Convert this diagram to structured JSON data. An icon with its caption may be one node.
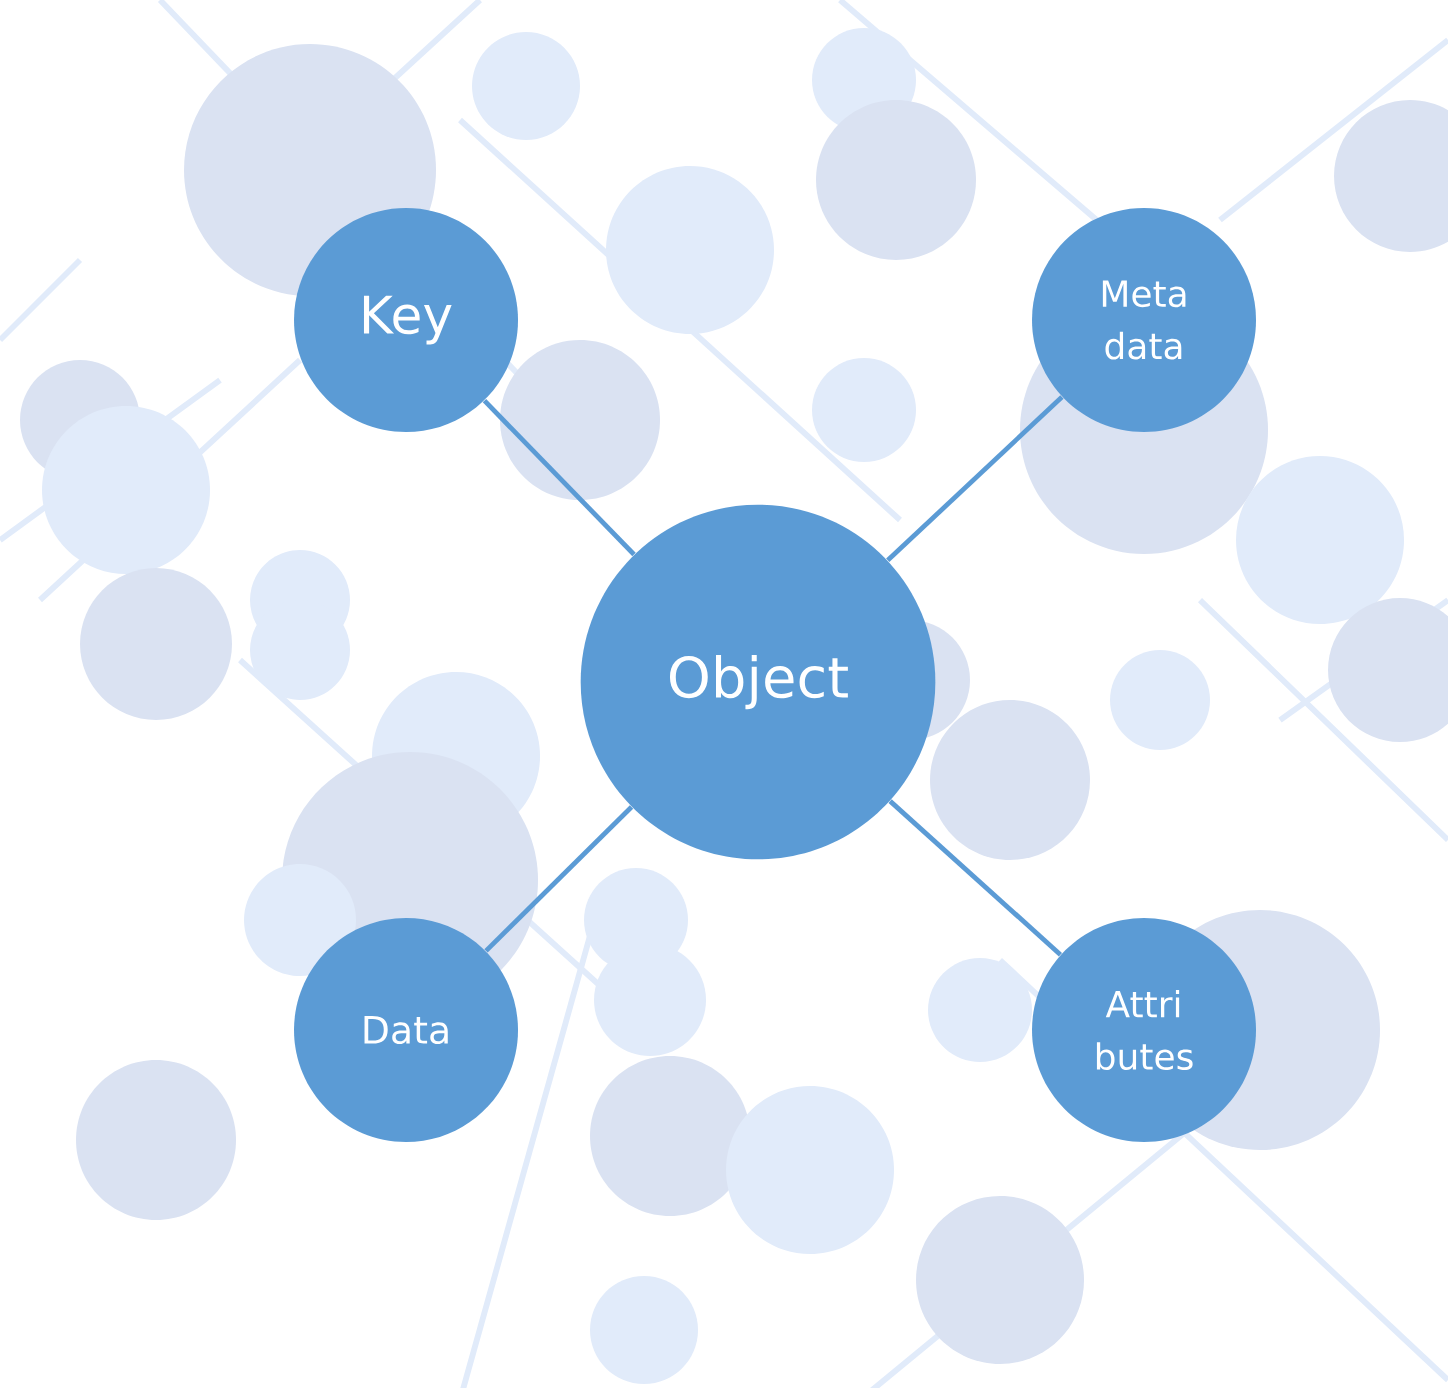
{
  "diagram": {
    "nodes": [
      {
        "text": [
          "Object"
        ]
      },
      {
        "text": [
          "Key"
        ]
      },
      {
        "text": [
          "Meta data"
        ]
      },
      {
        "text": [
          "Data"
        ]
      },
      {
        "text": [
          "Attri butes"
        ]
      }
    ],
    "edges": [
      {
        "from": 0,
        "to": 1,
        "arrow": "none"
      },
      {
        "from": 0,
        "to": 2,
        "arrow": "none"
      },
      {
        "from": 0,
        "to": 3,
        "arrow": "none"
      },
      {
        "from": 0,
        "to": 4,
        "arrow": "none"
      }
    ]
  }
}
